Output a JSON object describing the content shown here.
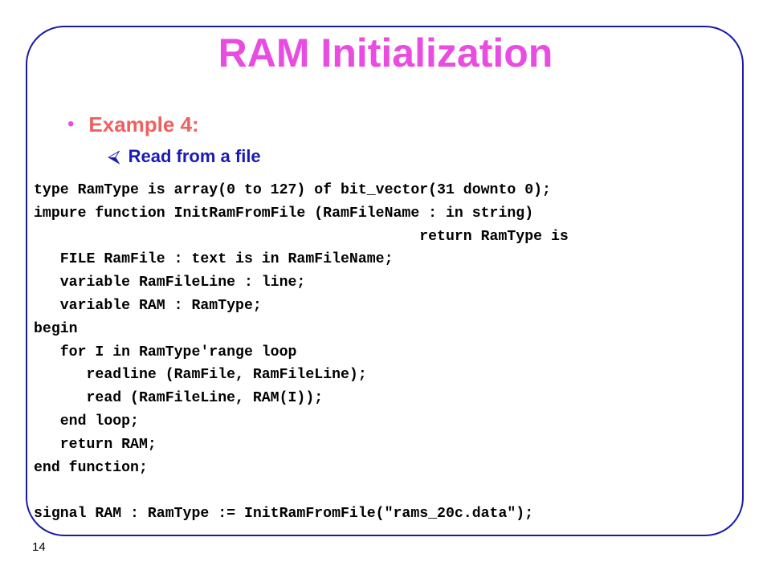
{
  "slide": {
    "title": "RAM Initialization",
    "bullet": {
      "marker": "•",
      "text": "Example 4:"
    },
    "sub_bullet": {
      "marker": "⮘",
      "text": "Read from a file"
    },
    "code_lines": [
      "type RamType is array(0 to 127) of bit_vector(31 downto 0);",
      "impure function InitRamFromFile (RamFileName : in string)",
      "                                            return RamType is",
      "   FILE RamFile : text is in RamFileName;",
      "   variable RamFileLine : line;",
      "   variable RAM : RamType;",
      "begin",
      "   for I in RamType'range loop",
      "      readline (RamFile, RamFileLine);",
      "      read (RamFileLine, RAM(I));",
      "   end loop;",
      "   return RAM;",
      "end function;",
      "",
      "signal RAM : RamType := InitRamFromFile(\"rams_20c.data\");"
    ],
    "page_number": "14"
  },
  "colors": {
    "title": "#e84ce0",
    "bullet_text": "#f06060",
    "sub_text": "#1a1ab8",
    "frame_border": "#1a1aa8"
  }
}
